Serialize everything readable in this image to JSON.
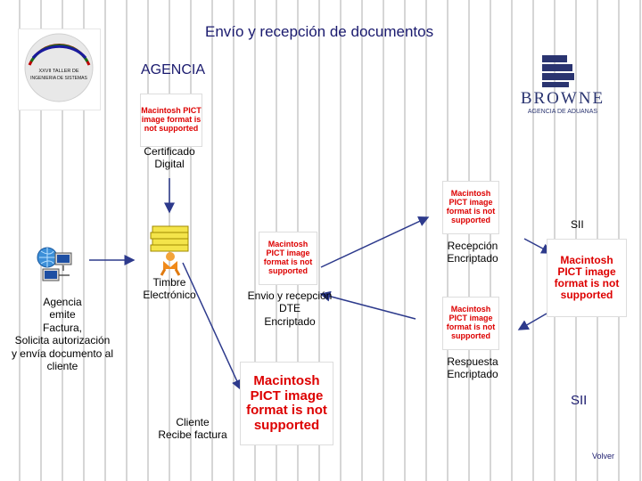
{
  "title": "Envío y recepción de documentos",
  "agency_label": "AGENCIA",
  "logo_left": {
    "line1": "XXVII TALLER DE",
    "line2": "INGENIERIA DE SISTEMAS"
  },
  "logo_right": {
    "brand": "BROWNE",
    "subtitle": "AGENCIA DE ADUANAS"
  },
  "pict_placeholder": "Macintosh PICT image format is not supported",
  "labels": {
    "certificado": "Certificado\nDigital",
    "sii_small": "SII",
    "recepcion": "Recepción\nEncriptado",
    "timbre": "Timbre\nElectrónico",
    "envio": "Envio y recepción\nDTE\nEncriptado",
    "agencia_emite": "Agencia\nemite\nFactura,\nSolicita autorización\ny envía documento al\ncliente",
    "respuesta": "Respuesta\nEncriptado",
    "sii_big": "SII",
    "cliente": "Cliente\nRecibe factura"
  },
  "volver_link": "Volver",
  "colors": {
    "title": "#1a1a6e",
    "arrow": "#2d3a8c",
    "pict_text": "#dd0000",
    "brand": "#2a3470"
  }
}
